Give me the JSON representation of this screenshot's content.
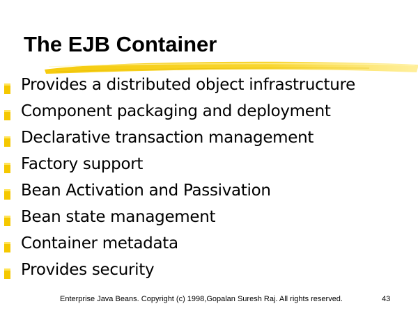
{
  "slide": {
    "title": "The EJB Container",
    "bullets": [
      "Provides a distributed object infrastructure",
      "Component packaging and deployment",
      "Declarative transaction management",
      "Factory support",
      "Bean Activation and Passivation",
      "Bean state management",
      "Container metadata",
      "Provides security"
    ],
    "footer": "Enterprise Java Beans. Copyright (c) 1998,Gopalan Suresh Raj. All rights reserved.",
    "page_number": "43"
  },
  "colors": {
    "accent_yellow": "#f5c800",
    "accent_light": "#ffe45a",
    "text": "#000000",
    "background": "#ffffff"
  },
  "icons": {
    "title_underline": "brush-stroke-underline",
    "bullet": "yellow-square-bullet-icon"
  }
}
